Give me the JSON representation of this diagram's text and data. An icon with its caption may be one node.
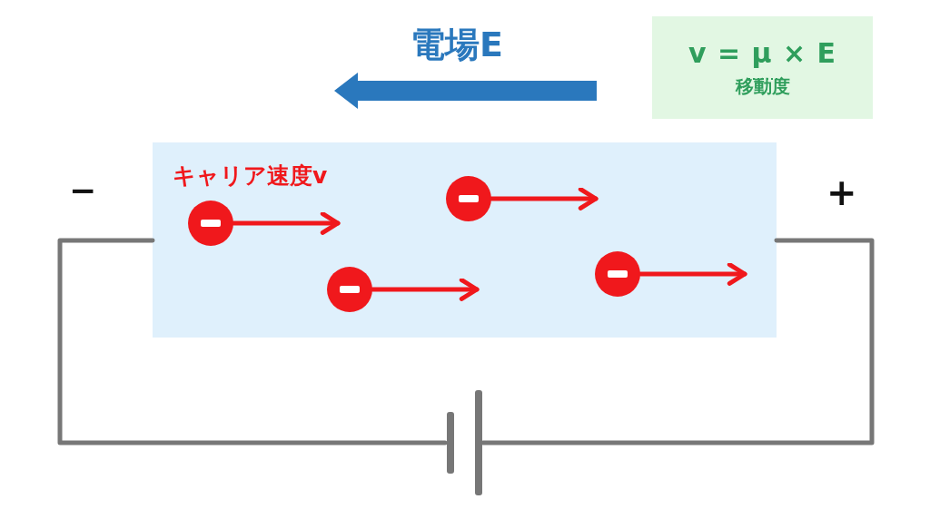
{
  "diagram": {
    "nodes": [
      {
        "text": [
          "キャリア速度v"
        ]
      },
      {
        "text": [],
        "shape": "circle",
        "in": 0
      },
      {
        "text": [],
        "shape": "circle",
        "in": 0
      },
      {
        "text": [],
        "shape": "circle",
        "in": 0
      },
      {
        "text": [],
        "shape": "circle",
        "in": 0
      },
      {
        "text": [
          "v = μ × E",
          "移動度"
        ]
      },
      {
        "text": [],
        "shape": "battery"
      }
    ],
    "edges": [
      {
        "from": 1,
        "to": null,
        "arrow": "to"
      },
      {
        "from": 2,
        "to": null,
        "arrow": "to"
      },
      {
        "from": 3,
        "to": null,
        "arrow": "to"
      },
      {
        "from": 4,
        "to": null,
        "arrow": "to"
      },
      {
        "from": 0,
        "to": 6,
        "arrow": "none",
        "color": "#777777"
      },
      {
        "from": 0,
        "to": 6,
        "arrow": "none",
        "color": "#777777"
      }
    ],
    "labels": [
      "電場E",
      "−",
      "+"
    ]
  }
}
